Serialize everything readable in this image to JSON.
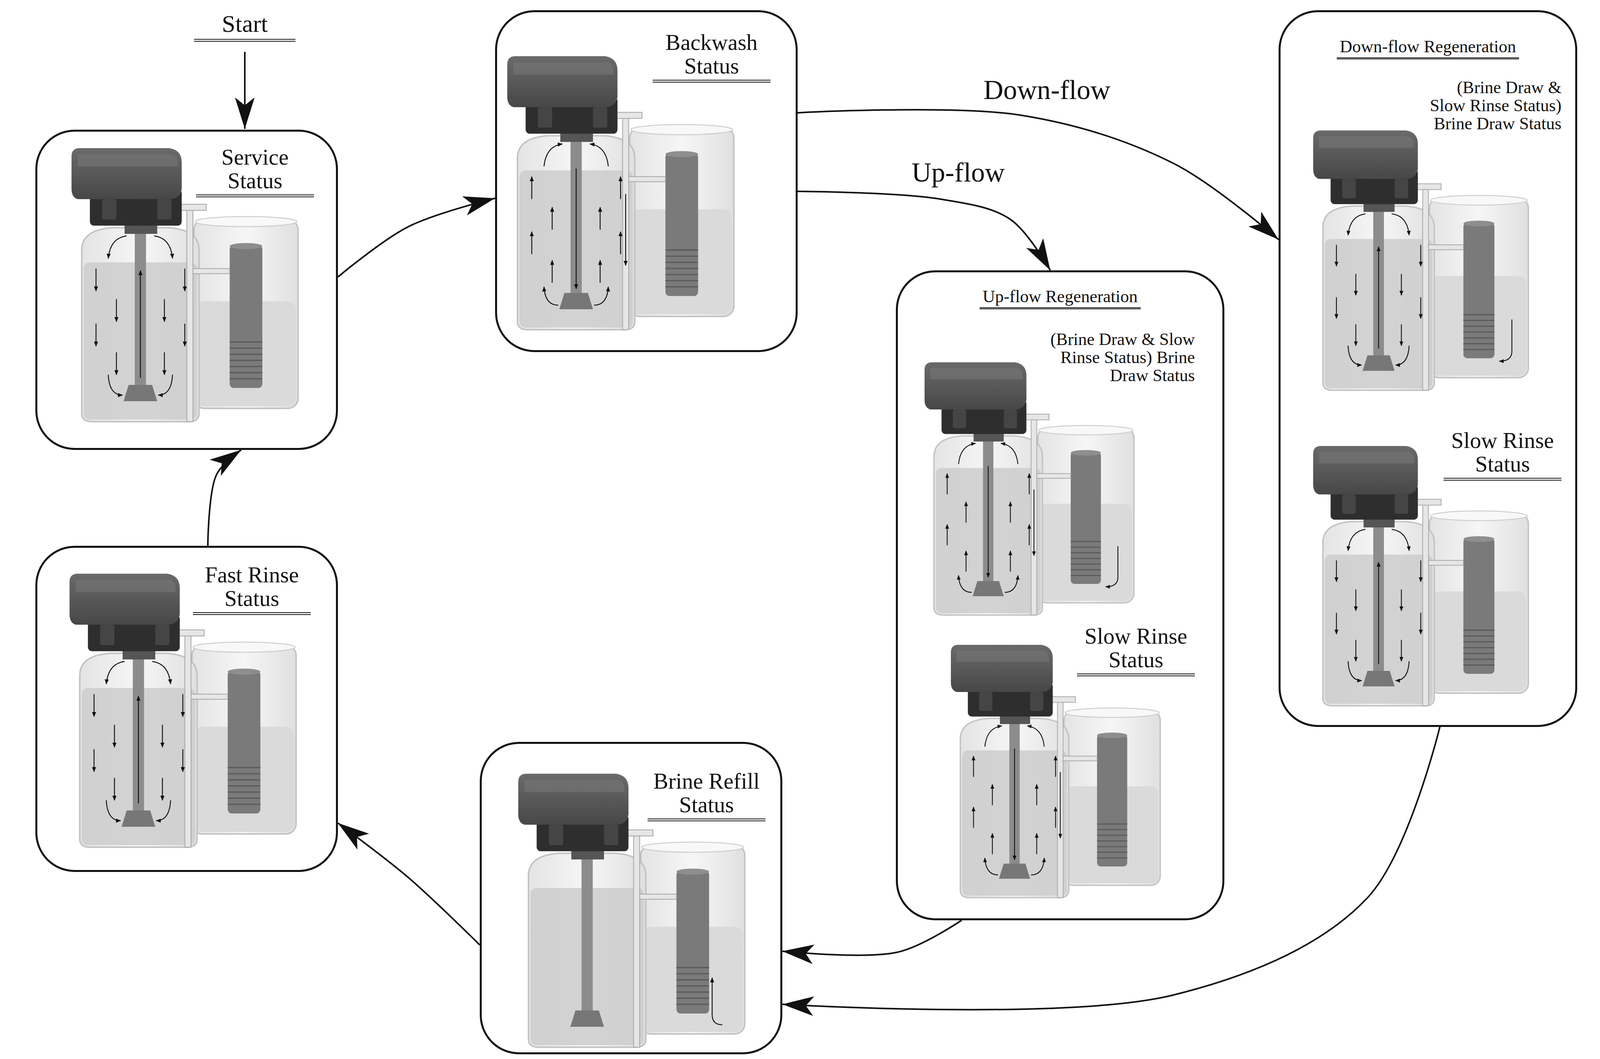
{
  "diagram": {
    "nodes": [
      {
        "text": [
          "Service Status"
        ]
      },
      {
        "text": [
          "Backwash Status"
        ]
      },
      {
        "text": [
          "Down-flow Regeneration",
          "(Brine Draw & Slow Rinse Status) Brine Draw Status",
          "Slow Rinse Status"
        ]
      },
      {
        "text": [
          "Up-flow Regeneration",
          "(Brine Draw & Slow Rinse Status) Brine Draw Status",
          "Slow Rinse Status"
        ]
      },
      {
        "text": [
          "Brine Refill Status"
        ]
      },
      {
        "text": [
          "Fast Rinse Status"
        ]
      }
    ],
    "edges": [
      {
        "from": 0,
        "to": 1,
        "arrow": "to"
      },
      {
        "from": 1,
        "to": 2,
        "label": "Down-flow",
        "arrow": "to"
      },
      {
        "from": 1,
        "to": 3,
        "label": "Up-flow",
        "arrow": "to"
      },
      {
        "from": 2,
        "to": 4,
        "arrow": "to"
      },
      {
        "from": 3,
        "to": 4,
        "arrow": "to"
      },
      {
        "from": 4,
        "to": 5,
        "arrow": "to"
      },
      {
        "from": 5,
        "to": 0,
        "arrow": "to"
      }
    ],
    "labels": [
      "Start"
    ]
  }
}
